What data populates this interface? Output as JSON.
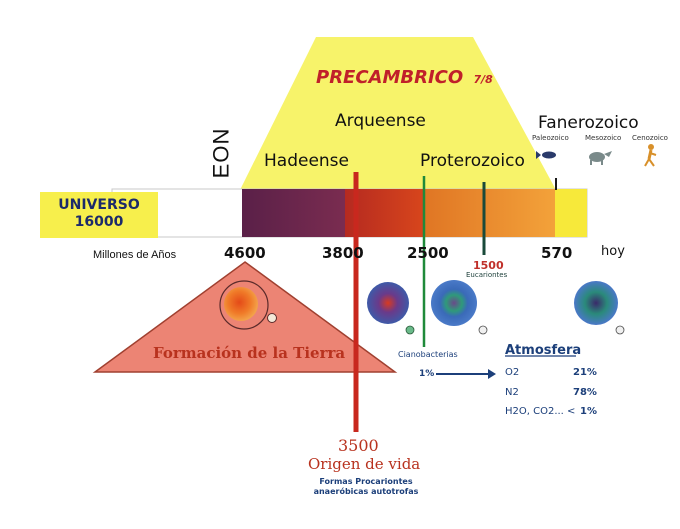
{
  "title": {
    "text": "PRECAMBRICO",
    "fraction": "7/8"
  },
  "eon_label": "EON",
  "eons": {
    "arqueense": "Arqueense",
    "hadeense": "Hadeense",
    "proterozoico": "Proterozoico",
    "fanerozoico": "Fanerozoico"
  },
  "eras": {
    "paleozoico": "Paleozoico",
    "mesozoico": "Mesozoico",
    "cenozoico": "Cenozoico"
  },
  "universo": {
    "line1": "UNIVERSO",
    "line2": "16000"
  },
  "axis": {
    "label": "Millones de Años",
    "ticks": [
      "4600",
      "3800",
      "2500",
      "570",
      "hoy"
    ]
  },
  "events": {
    "eucariontes_value": "1500",
    "eucariontes_label": "Eucariontes",
    "cianobacterias": "Cianobacterias",
    "one_percent": "1%",
    "formacion": "Formación de la Tierra",
    "origen_value": "3500",
    "origen_label": "Origen de vida",
    "procariontes_line1": "Formas Procariontes",
    "procariontes_line2": "anaeróbicas autotrofas"
  },
  "atmosfera": {
    "title": "Atmosfera",
    "rows": [
      {
        "gas": "O2",
        "value": "21%"
      },
      {
        "gas": "N2",
        "value": "78%"
      },
      {
        "gas": "H2O, CO2... <",
        "value": "1%"
      }
    ]
  },
  "colors": {
    "trapezoid": "#f7f36a",
    "hadeense_band": "#6e2a52",
    "arqueense_band": "#c8341e",
    "proterozoico_band": "#ef8a28",
    "fanerozoico_band": "#f7e93a",
    "universo_box": "#f7ef4c",
    "triangle": "#ec8474",
    "title_red": "#c0202a",
    "origen_red": "#b8321e",
    "blue_text": "#1c3f7a"
  }
}
